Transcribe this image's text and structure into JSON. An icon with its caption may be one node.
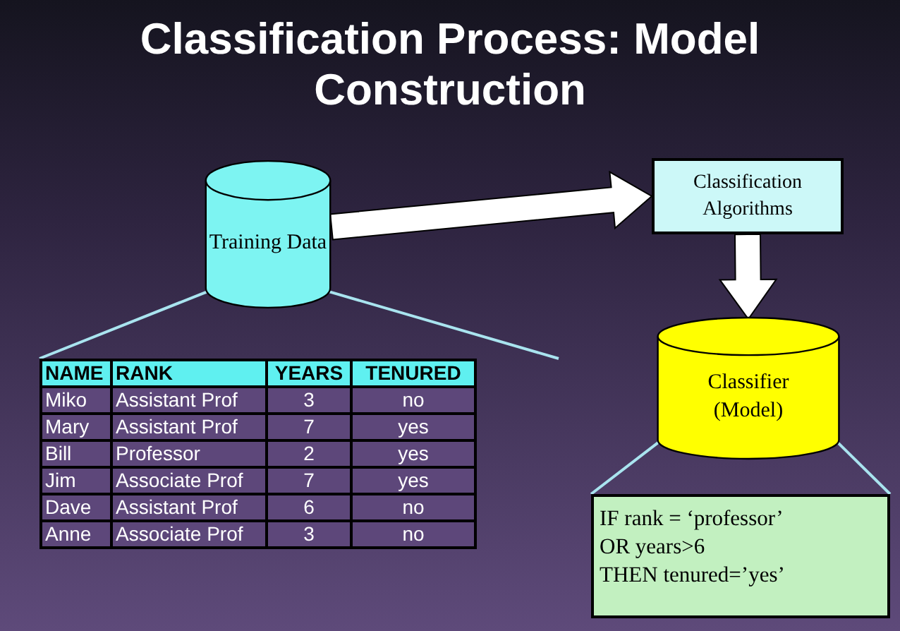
{
  "diagram": {
    "title": "Classification Process: Model Construction",
    "nodes": [
      {
        "text": [
          "Training Data"
        ]
      },
      {
        "text": [
          "Classification Algorithms"
        ]
      },
      {
        "text": [
          "Classifier (Model)"
        ]
      },
      {
        "text": [],
        "shape": "box"
      },
      {
        "text": [
          "IF rank = ‘professor’",
          "OR years>6",
          "THEN tenured=’yes’"
        ]
      }
    ],
    "edges": [
      {
        "from": 0,
        "to": 1,
        "arrow": "to",
        "style": "thick",
        "color": "#ffffff"
      },
      {
        "from": 1,
        "to": 2,
        "arrow": "to",
        "style": "thick",
        "color": "#ffffff"
      },
      {
        "from": 0,
        "to": 3,
        "arrow": "none"
      },
      {
        "from": 0,
        "to": null,
        "arrow": "none"
      },
      {
        "from": 2,
        "to": 4,
        "arrow": "none"
      },
      {
        "from": 2,
        "to": 4,
        "arrow": "none"
      }
    ],
    "labels": [
      "NAME",
      "RANK",
      "YEARS",
      "TENURED",
      "Miko",
      "Assistant Prof",
      "3",
      "no",
      "Mary",
      "Assistant Prof",
      "7",
      "yes",
      "Bill",
      "Professor",
      "2",
      "yes",
      "Jim",
      "Associate Prof",
      "7",
      "yes",
      "Dave",
      "Assistant Prof",
      "6",
      "no",
      "Anne",
      "Associate Prof",
      "3",
      "no"
    ]
  }
}
